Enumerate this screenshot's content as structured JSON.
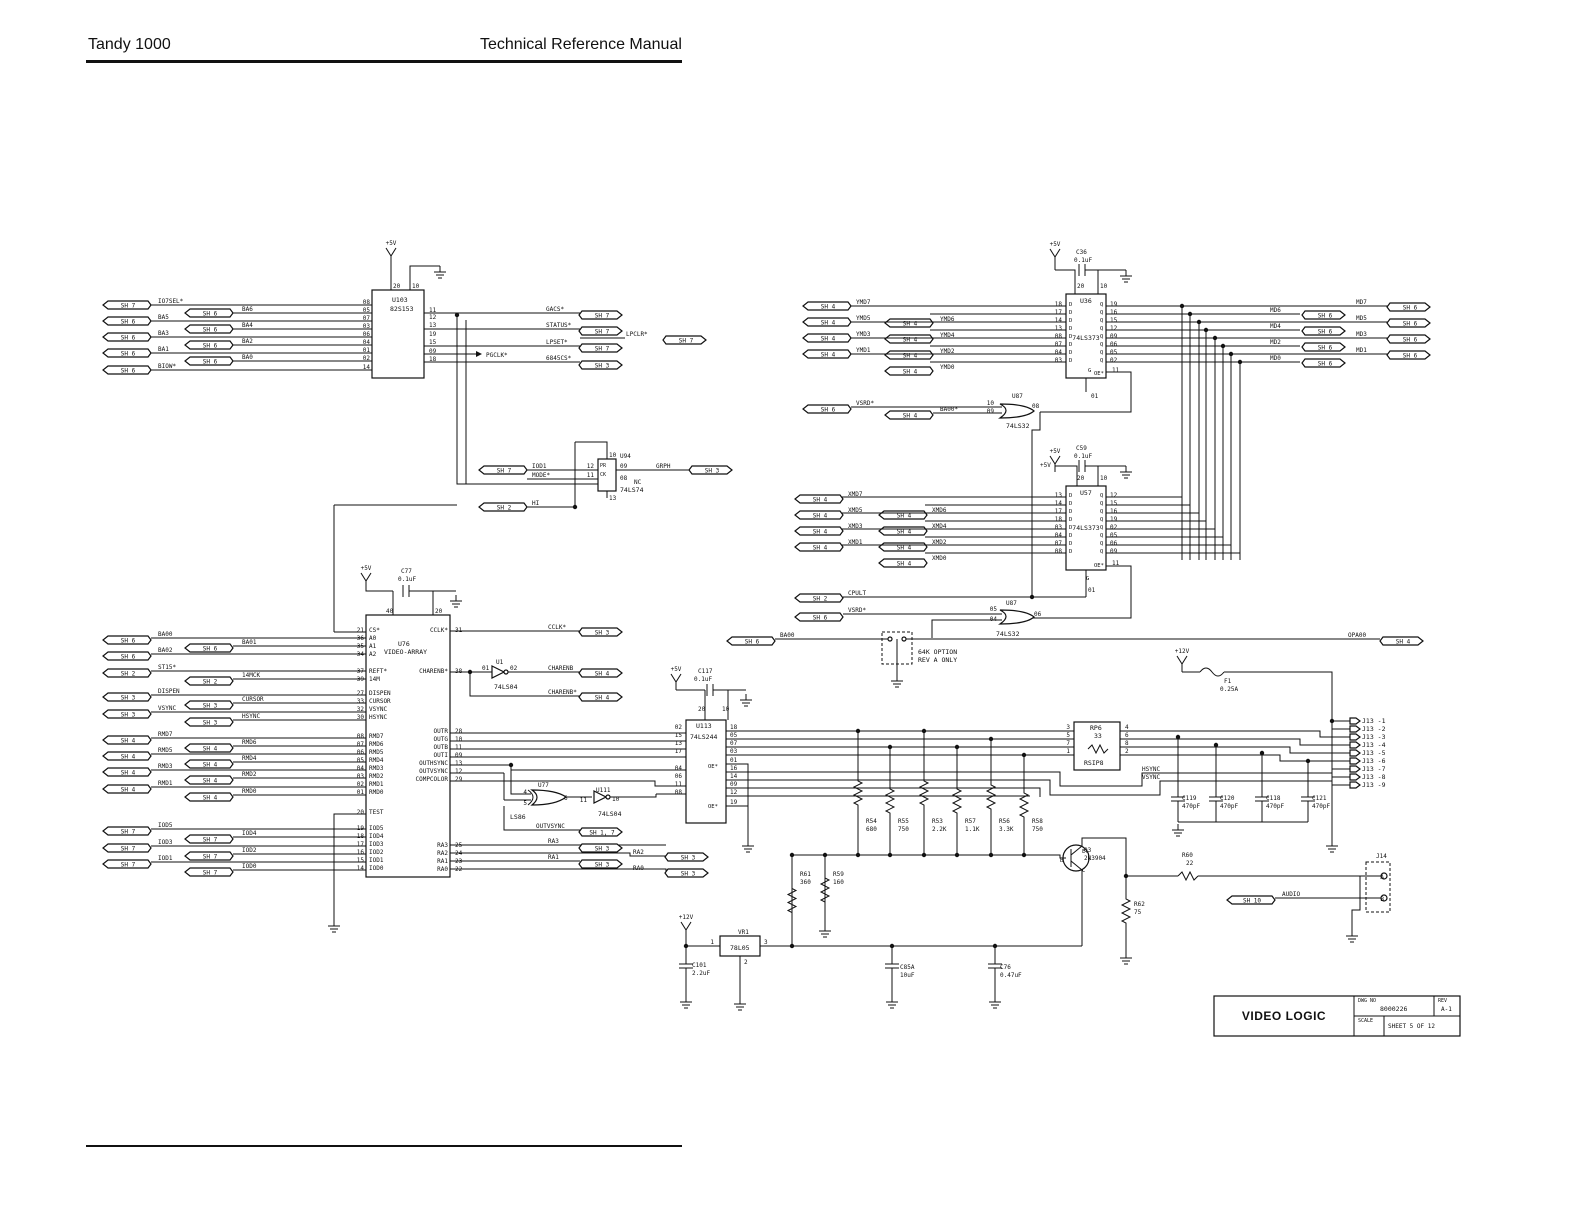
{
  "header": {
    "left": "Tandy 1000",
    "right": "Technical Reference Manual"
  },
  "title_block": {
    "title": "VIDEO LOGIC",
    "dwg_no_label": "DWG NO",
    "dwg_no": "8000226",
    "rev_label": "REV",
    "rev": "A-1",
    "scale_label": "SCALE",
    "sheet": "SHEET  5  OF  12"
  },
  "power": {
    "p5v": "+5V",
    "p12v": "+12V"
  },
  "chips": [
    {
      "id": "u103",
      "ref": "U103",
      "part": "82S153"
    },
    {
      "id": "u36",
      "ref": "U36",
      "part": "74LS373"
    },
    {
      "id": "u57",
      "ref": "U57",
      "part": "74LS373"
    },
    {
      "id": "u76",
      "ref": "U76",
      "part": "VIDEO-ARRAY"
    },
    {
      "id": "u113",
      "ref": "U113",
      "part": "74LS244"
    },
    {
      "id": "u94",
      "ref": "U94",
      "part": "74LS74"
    },
    {
      "id": "vr1",
      "ref": "VR1",
      "part": "78L05"
    },
    {
      "id": "rp6",
      "ref": "RP6",
      "part": "33",
      "pkg": "RSIP8"
    }
  ],
  "gates": [
    {
      "ref": "U87",
      "part": "74LS32"
    },
    {
      "ref": "U87",
      "part": "74LS32"
    },
    {
      "ref": "U1",
      "part": "74LS04"
    },
    {
      "ref": "U77",
      "part": "LS86"
    },
    {
      "ref": "U111",
      "part": "74LS04"
    }
  ],
  "u103": {
    "in_pins": [
      "08",
      "05",
      "07",
      "03",
      "06",
      "04",
      "01",
      "02",
      "14"
    ],
    "out_pins": [
      "11",
      "12",
      "13",
      "19",
      "15",
      "09",
      "18"
    ],
    "pwr_pins": [
      "20",
      "10"
    ],
    "inputs": [
      {
        "sh": "SH 7",
        "net": "IO7SEL*"
      },
      {
        "sh": "SH 6",
        "net": "BA6"
      },
      {
        "sh": "SH 6",
        "net": "BA5"
      },
      {
        "sh": "SH 6",
        "net": "BA4"
      },
      {
        "sh": "SH 6",
        "net": "BA3"
      },
      {
        "sh": "SH 6",
        "net": "BA2"
      },
      {
        "sh": "SH 6",
        "net": "BA1"
      },
      {
        "sh": "SH 6",
        "net": "BA0"
      },
      {
        "sh": "SH 6",
        "net": "BIOW*"
      }
    ],
    "outputs": [
      {
        "net": "GACS*",
        "sh": "SH 7"
      },
      {
        "net": "STATUS*",
        "sh": "SH 7"
      },
      {
        "net": "LPSET*",
        "sh": "SH 7"
      },
      {
        "net": "PGCLK*",
        "sh": ""
      },
      {
        "net": "6845CS*",
        "sh": "SH 3"
      }
    ],
    "lpclr": {
      "net": "LPCLR*",
      "sh": "SH 7"
    }
  },
  "u94": {
    "pins": [
      "10",
      "12",
      "09",
      "11",
      "08",
      "13"
    ],
    "pin_names": [
      "PR",
      "D",
      "Q",
      "CK",
      "Q",
      "CL"
    ],
    "nc": "NC",
    "inputs": [
      {
        "sh": "SH 7",
        "net": "IOD1"
      },
      {
        "net": "MODE*"
      },
      {
        "sh": "SH 2",
        "net": "HI"
      }
    ],
    "output": {
      "net": "GRPH",
      "sh": "SH 3"
    }
  },
  "u36": {
    "in_pins": [
      "18",
      "17",
      "14",
      "13",
      "08",
      "07",
      "04",
      "03"
    ],
    "out_pins": [
      "19",
      "16",
      "15",
      "12",
      "09",
      "06",
      "05",
      "02"
    ],
    "pwr_pins": [
      "20",
      "10"
    ],
    "g_pin": "01",
    "oe_pin": "11",
    "g_label": "G",
    "oe_label": "OE*",
    "d_label": "D",
    "q_label": "Q",
    "cap": {
      "ref": "C36",
      "val": "0.1uF"
    },
    "inputs": [
      {
        "sh": "SH 4",
        "net": "YMD7"
      },
      {
        "sh": "SH 4",
        "net": "YMD6"
      },
      {
        "sh": "SH 4",
        "net": "YMD5"
      },
      {
        "sh": "SH 4",
        "net": "YMD4"
      },
      {
        "sh": "SH 4",
        "net": "YMD3"
      },
      {
        "sh": "SH 4",
        "net": "YMD2"
      },
      {
        "sh": "SH 4",
        "net": "YMD1"
      },
      {
        "sh": "SH 4",
        "net": "YMD0"
      }
    ],
    "outputs": [
      {
        "net": "MD7",
        "sh": "SH 6"
      },
      {
        "net": "MD6",
        "sh": "SH 6"
      },
      {
        "net": "MD5",
        "sh": "SH 6"
      },
      {
        "net": "MD4",
        "sh": "SH 6"
      },
      {
        "net": "MD3",
        "sh": "SH 6"
      },
      {
        "net": "MD2",
        "sh": "SH 6"
      },
      {
        "net": "MD1",
        "sh": "SH 6"
      },
      {
        "net": "MD0",
        "sh": "SH 6"
      }
    ]
  },
  "gate_u87a": {
    "pins": [
      "10",
      "09",
      "08"
    ],
    "inputs": [
      {
        "sh": "SH 6",
        "net": "VSRD*"
      },
      {
        "sh": "SH 4",
        "net": "BA00*"
      }
    ]
  },
  "u57": {
    "in_pins": [
      "13",
      "14",
      "17",
      "18",
      "03",
      "04",
      "07",
      "08"
    ],
    "out_pins": [
      "12",
      "15",
      "16",
      "19",
      "02",
      "05",
      "06",
      "09"
    ],
    "pwr_pins": [
      "20",
      "10"
    ],
    "g_pin": "01",
    "oe_pin": "11",
    "g_label": "G",
    "oe_label": "OE*",
    "d_label": "D",
    "q_label": "Q",
    "cap": {
      "ref": "C59",
      "val": "0.1uF"
    },
    "inputs": [
      {
        "sh": "SH 4",
        "net": "XMD7"
      },
      {
        "sh": "SH 4",
        "net": "XMD6"
      },
      {
        "sh": "SH 4",
        "net": "XMD5"
      },
      {
        "sh": "SH 4",
        "net": "XMD4"
      },
      {
        "sh": "SH 4",
        "net": "XMD3"
      },
      {
        "sh": "SH 4",
        "net": "XMD2"
      },
      {
        "sh": "SH 4",
        "net": "XMD1"
      },
      {
        "sh": "SH 4",
        "net": "XMD0"
      }
    ]
  },
  "cpult": {
    "sh": "SH 2",
    "net": "CPULT"
  },
  "gate_u87b": {
    "pins": [
      "05",
      "04",
      "06"
    ],
    "input": {
      "sh": "SH 6",
      "net": "VSRD*"
    }
  },
  "ba00_line": {
    "sh": "SH 6",
    "net": "BA00",
    "out_net": "OPA00",
    "out_sh": "SH 4"
  },
  "option_note": [
    "64K OPTION",
    "REV A ONLY"
  ],
  "u76": {
    "cap": {
      "ref": "C77",
      "val": "0.1uF"
    },
    "pwr_pins": [
      "40",
      "20"
    ],
    "left_pins": [
      "21",
      "36",
      "35",
      "34",
      "37",
      "39",
      "27",
      "33",
      "32",
      "30",
      "08",
      "07",
      "06",
      "05",
      "04",
      "03",
      "02",
      "01",
      "20",
      "19",
      "18",
      "17",
      "16",
      "15",
      "14"
    ],
    "left_labels": [
      "CS*",
      "A0",
      "A1",
      "A2",
      "REFT*",
      "14M",
      "DISPEN",
      "CURSOR",
      "VSYNC",
      "HSYNC",
      "RMD7",
      "RMD6",
      "RMD5",
      "RMD4",
      "RMD3",
      "RMD2",
      "RMD1",
      "RMD0",
      "TEST",
      "IOD5",
      "IOD4",
      "IOD3",
      "IOD2",
      "IOD1",
      "IOD0"
    ],
    "right_pins": [
      "31",
      "38",
      "28",
      "10",
      "11",
      "09",
      "13",
      "12",
      "29",
      "25",
      "24",
      "23",
      "22"
    ],
    "right_labels": [
      "CCLK*",
      "CHARENB*",
      "OUTR",
      "OUTG",
      "OUTB",
      "OUTI",
      "OUTHSYNC",
      "OUTVSYNC",
      "COMPCOLOR",
      "RA3",
      "RA2",
      "RA1",
      "RA0"
    ],
    "inputs": [
      {
        "sh": "SH 6",
        "net": "BA00"
      },
      {
        "sh": "SH 6",
        "net": "BA01"
      },
      {
        "sh": "SH 6",
        "net": "BA02"
      },
      {
        "sh": "SH 2",
        "net": "ST15*"
      },
      {
        "sh": "SH 2",
        "net": "14MCK"
      },
      {
        "sh": "SH 3",
        "net": "DISPEN"
      },
      {
        "sh": "SH 3",
        "net": "CURSOR"
      },
      {
        "sh": "SH 3",
        "net": "VSYNC"
      },
      {
        "sh": "SH 3",
        "net": "HSYNC"
      },
      {
        "sh": "SH 4",
        "net": "RMD7"
      },
      {
        "sh": "SH 4",
        "net": "RMD6"
      },
      {
        "sh": "SH 4",
        "net": "RMD5"
      },
      {
        "sh": "SH 4",
        "net": "RMD4"
      },
      {
        "sh": "SH 4",
        "net": "RMD3"
      },
      {
        "sh": "SH 4",
        "net": "RMD2"
      },
      {
        "sh": "SH 4",
        "net": "RMD1"
      },
      {
        "sh": "SH 4",
        "net": "RMD0"
      },
      {
        "sh": "SH 7",
        "net": "IOD5"
      },
      {
        "sh": "SH 7",
        "net": "IOD4"
      },
      {
        "sh": "SH 7",
        "net": "IOD3"
      },
      {
        "sh": "SH 7",
        "net": "IOD2"
      },
      {
        "sh": "SH 7",
        "net": "IOD1"
      },
      {
        "sh": "SH 7",
        "net": "IOD0"
      }
    ],
    "outputs": [
      {
        "net": "CCLK*",
        "sh": "SH 3"
      },
      {
        "net": "CHARENB",
        "sh": "SH 4"
      },
      {
        "net": "CHARENB*",
        "sh": "SH 4"
      },
      {
        "net": "OUTVSYNC",
        "sh": "SH 1, 7"
      },
      {
        "net": "RA3",
        "sh": "SH 3"
      },
      {
        "net": "RA2",
        "sh": "SH 3"
      },
      {
        "net": "RA1",
        "sh": "SH 3"
      },
      {
        "net": "RA0",
        "sh": "SH 3"
      }
    ]
  },
  "gate_u1": {
    "pins": [
      "01",
      "02"
    ]
  },
  "gate_u77": {
    "pins": [
      "4",
      "5",
      "6"
    ]
  },
  "gate_u111": {
    "pins": [
      "11",
      "10"
    ]
  },
  "u113": {
    "cap": {
      "ref": "C117",
      "val": "0.1uF"
    },
    "pwr_pins": [
      "20",
      "10"
    ],
    "in_pins": [
      "02",
      "15",
      "13",
      "17",
      "04",
      "06",
      "11",
      "08"
    ],
    "out_pins": [
      "18",
      "05",
      "07",
      "03",
      "16",
      "14",
      "09",
      "12"
    ],
    "oe_pins": [
      "01",
      "19"
    ],
    "oe_label": "OE*"
  },
  "rp6_pins": [
    "3",
    "5",
    "7",
    "1",
    "4",
    "6",
    "8",
    "2"
  ],
  "rgb_resistors": [
    {
      "ref": "R54",
      "val": "680"
    },
    {
      "ref": "R55",
      "val": "750"
    },
    {
      "ref": "R53",
      "val": "2.2K"
    },
    {
      "ref": "R57",
      "val": "1.1K"
    },
    {
      "ref": "R56",
      "val": "3.3K"
    },
    {
      "ref": "R58",
      "val": "750"
    }
  ],
  "sync_labels": [
    "HSYNC",
    "VSYNC"
  ],
  "fuse": {
    "ref": "F1",
    "val": "0.25A"
  },
  "caps_j13": [
    {
      "ref": "C119",
      "val": "470pF"
    },
    {
      "ref": "C120",
      "val": "470pF"
    },
    {
      "ref": "C118",
      "val": "470pF"
    },
    {
      "ref": "C121",
      "val": "470pF"
    }
  ],
  "j13_pins": [
    "J13 -1",
    "J13 -2",
    "J13 -3",
    "J13 -4",
    "J13 -5",
    "J13 -6",
    "J13 -7",
    "J13 -8",
    "J13 -9"
  ],
  "q3": {
    "ref": "Q3",
    "part": "2N3904",
    "pins": [
      "B",
      "C",
      "E"
    ]
  },
  "misc_res": [
    {
      "ref": "R61",
      "val": "360"
    },
    {
      "ref": "R59",
      "val": "160"
    },
    {
      "ref": "R60",
      "val": "22"
    },
    {
      "ref": "R62",
      "val": "75"
    }
  ],
  "j14": {
    "ref": "J14",
    "pins": [
      "A",
      "B"
    ],
    "audio": {
      "sh": "SH 10",
      "net": "AUDIO"
    }
  },
  "vr1_pins": [
    "1",
    "3",
    "2"
  ],
  "caps_misc": [
    {
      "ref": "C101",
      "val": "2.2uF"
    },
    {
      "ref": "C85A",
      "val": "10uF"
    },
    {
      "ref": "C76",
      "val": "0.47uF"
    }
  ]
}
